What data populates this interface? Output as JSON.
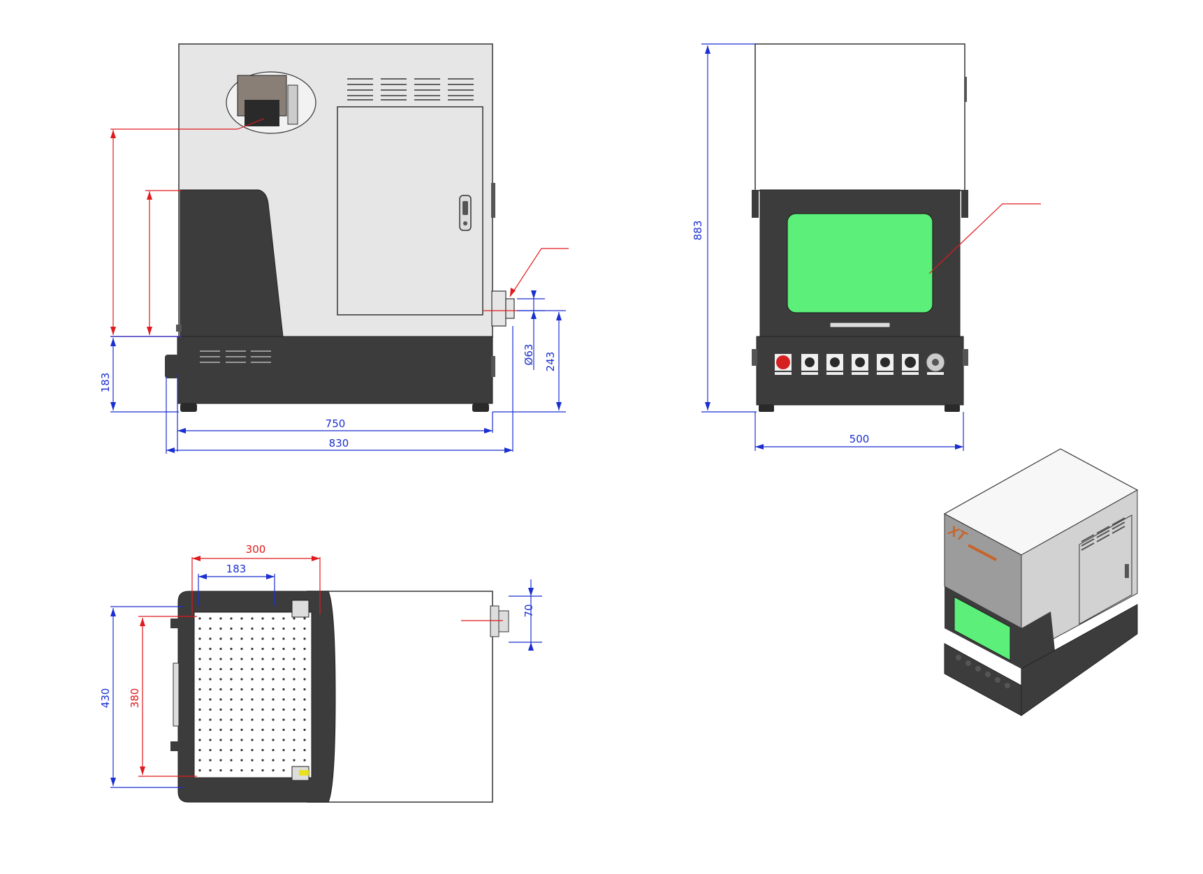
{
  "diagram": {
    "logo_text": "XT",
    "colors": {
      "dimension_blue": "#1a2fd0",
      "dimension_red": "#e0191d",
      "housing_light": "#e6e6e6",
      "housing_dark": "#3c3c3c",
      "window_green": "#5cf07a",
      "button_red": "#d62020"
    },
    "side_view": {
      "dimensions": {
        "base_height": "183",
        "pipe_diameter": "Ø63",
        "pipe_height": "243",
        "body_width": "750",
        "total_width": "830"
      }
    },
    "front_view": {
      "dimensions": {
        "total_height": "883",
        "width": "500"
      }
    },
    "top_view": {
      "dimensions": {
        "work_area_width": "300",
        "inner_width": "183",
        "pipe_offset": "70",
        "depth": "430",
        "work_area_depth": "380"
      }
    }
  }
}
